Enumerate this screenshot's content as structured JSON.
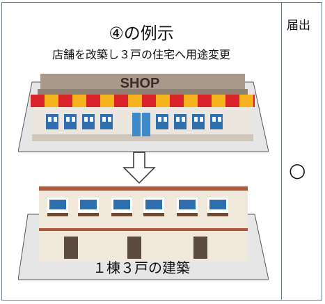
{
  "title": "④の例示",
  "subtitle": "店舗を改築し３戸の住宅へ用途変更",
  "shop_sign": "SHOP",
  "column_header": "届出",
  "status_mark": "○",
  "caption": "１棟３戸の建築"
}
